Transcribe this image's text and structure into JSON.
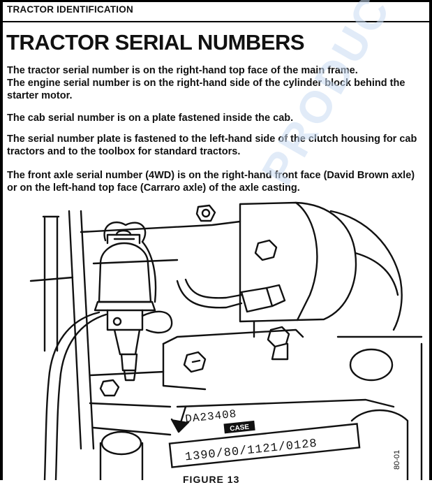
{
  "header": {
    "section_label": "TRACTOR IDENTIFICATION"
  },
  "title": "TRACTOR SERIAL NUMBERS",
  "paragraphs": [
    "The tractor serial number is on the right-hand top face of the main frame.",
    "The engine serial number is on the right-hand side of the cylinder block behind the starter motor.",
    "The cab serial number is on a plate fastened inside the cab.",
    "The serial number plate is fastened to the left-hand side of the clutch housing for cab tractors and to the toolbox for standard tractors.",
    "The front axle serial number (4WD) is on the right-hand front face (David Brown axle) or on the left-hand top face (Carraro axle) of the axle casting."
  ],
  "figure": {
    "stamp_code": "DA23408",
    "plate_label": "CASE",
    "plate_number": "1390/80/1121/0128",
    "reference_code": "80-01",
    "caption": "FIGURE 13"
  },
  "watermark": "PRODUCTIONS"
}
